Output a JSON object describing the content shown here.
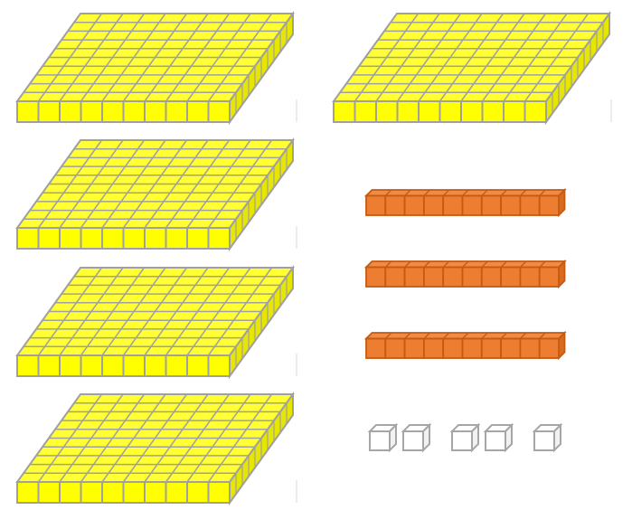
{
  "figure": {
    "description_visible_text": "",
    "colors": {
      "flat_face": "#FFFF00",
      "flat_top_face": "#FFFF33",
      "flat_side_face": "#E6E600",
      "flat_stroke": "#A0A0A0",
      "rod_face": "#ED7D31",
      "rod_top_face": "#F08A44",
      "rod_side_face": "#D86A22",
      "rod_stroke": "#C55A11",
      "unit_face": "#FFFFFF",
      "unit_top_face": "#FFFFFF",
      "unit_side_face": "#F2F2F2",
      "unit_stroke": "#A6A6A6"
    }
  },
  "base_ten_blocks": {
    "hundreds_flats": 5,
    "tens_rods": 3,
    "ones_units": 5,
    "flat_grid": [
      10,
      10
    ],
    "rod_length": 10
  }
}
